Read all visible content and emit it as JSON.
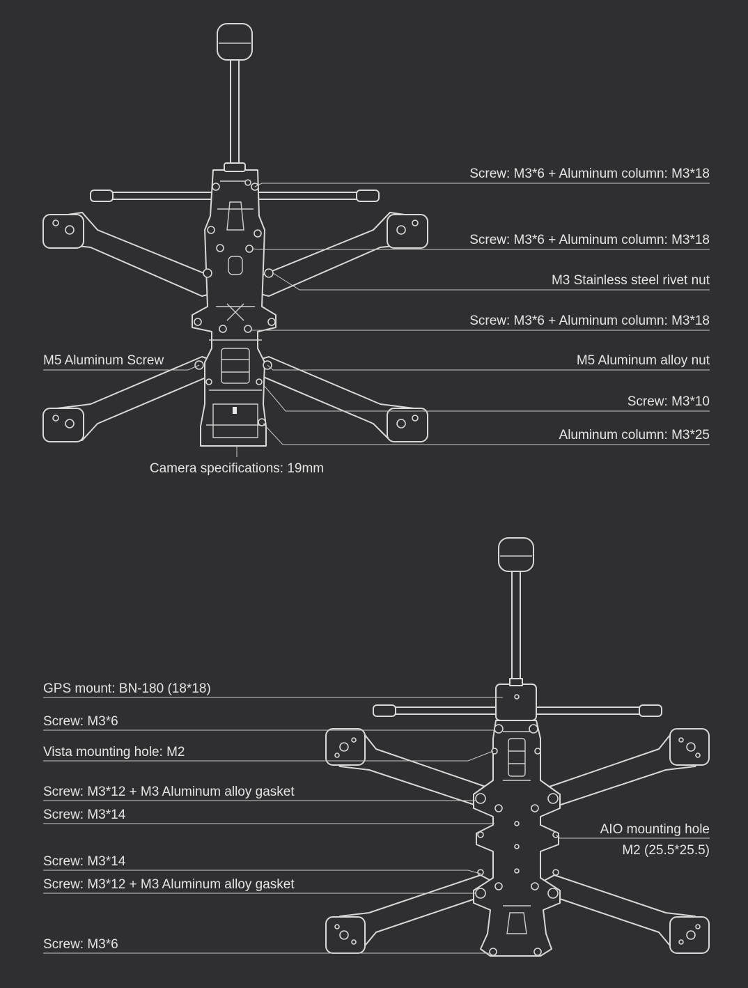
{
  "colors": {
    "background": "#2f2f31",
    "line": "#d8d8d8",
    "text": "#e4e4e4"
  },
  "top_view": {
    "labels": [
      {
        "id": "t1",
        "text": "Screw: M3*6 + Aluminum column: M3*18"
      },
      {
        "id": "t2",
        "text": "Screw: M3*6 + Aluminum column: M3*18"
      },
      {
        "id": "t3",
        "text": "M3 Stainless steel rivet nut"
      },
      {
        "id": "t4",
        "text": "Screw: M3*6 + Aluminum column: M3*18"
      },
      {
        "id": "t5",
        "text": "M5 Aluminum Screw"
      },
      {
        "id": "t6",
        "text": "M5 Aluminum alloy nut"
      },
      {
        "id": "t7",
        "text": "Screw: M3*10"
      },
      {
        "id": "t8",
        "text": "Aluminum column: M3*25"
      },
      {
        "id": "t9",
        "text": "Camera specifications: 19mm"
      }
    ]
  },
  "bottom_view": {
    "labels": [
      {
        "id": "b1",
        "text": "GPS mount: BN-180 (18*18)"
      },
      {
        "id": "b2",
        "text": "Screw: M3*6"
      },
      {
        "id": "b3",
        "text": "Vista mounting hole: M2"
      },
      {
        "id": "b4",
        "text": "Screw: M3*12 + M3 Aluminum alloy gasket"
      },
      {
        "id": "b5",
        "text": "Screw: M3*14"
      },
      {
        "id": "b6",
        "text": "AIO mounting hole"
      },
      {
        "id": "b7",
        "text": "M2 (25.5*25.5)"
      },
      {
        "id": "b8",
        "text": "Screw: M3*14"
      },
      {
        "id": "b9",
        "text": "Screw: M3*12 + M3 Aluminum alloy gasket"
      },
      {
        "id": "b10",
        "text": "Screw: M3*6"
      }
    ]
  }
}
